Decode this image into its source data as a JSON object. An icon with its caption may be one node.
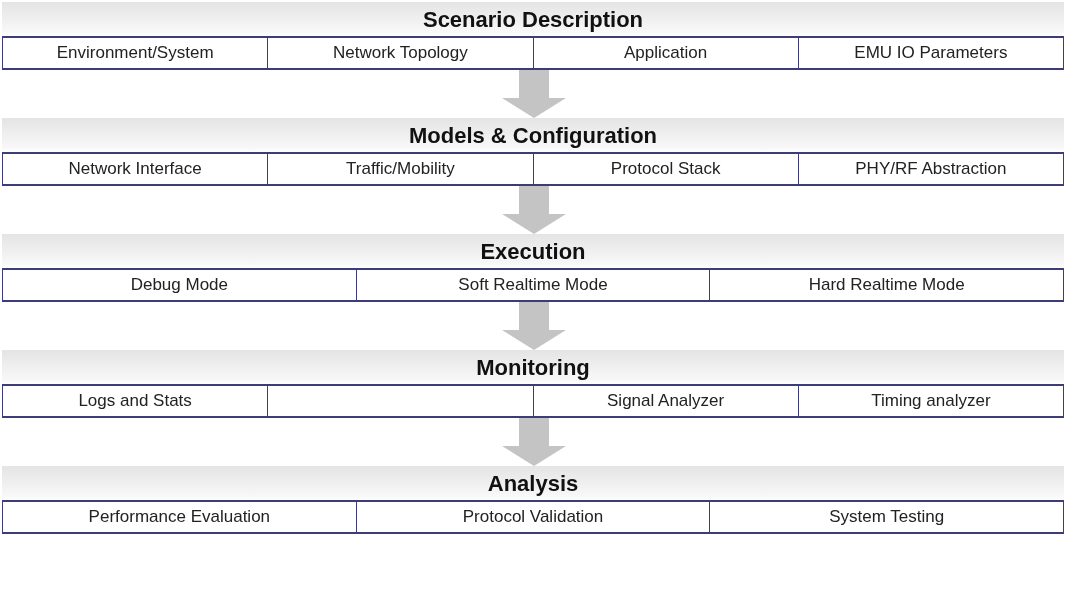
{
  "diagram": {
    "nodes": [
      {
        "text": [
          "Scenario Description"
        ]
      },
      {
        "text": [
          "Environment/System"
        ],
        "in": 0
      },
      {
        "text": [
          "Network Topology"
        ],
        "in": 0
      },
      {
        "text": [
          "Application"
        ],
        "in": 0
      },
      {
        "text": [
          "EMU IO Parameters"
        ],
        "in": 0
      },
      {
        "text": [
          "Models & Configuration"
        ]
      },
      {
        "text": [
          "Network Interface"
        ],
        "in": 5
      },
      {
        "text": [
          "Traffic/Mobility"
        ],
        "in": 5
      },
      {
        "text": [
          "Protocol Stack"
        ],
        "in": 5
      },
      {
        "text": [
          "PHY/RF Abstraction"
        ],
        "in": 5
      },
      {
        "text": [
          "Execution"
        ]
      },
      {
        "text": [
          "Debug Mode"
        ],
        "in": 10
      },
      {
        "text": [
          "Soft Realtime Mode"
        ],
        "in": 10
      },
      {
        "text": [
          "Hard Realtime Mode"
        ],
        "in": 10
      },
      {
        "text": [
          "Monitoring"
        ]
      },
      {
        "text": [
          "Logs and Stats"
        ],
        "in": 14
      },
      {
        "text": [],
        "shape": "box",
        "in": 14
      },
      {
        "text": [
          "Signal Analyzer"
        ],
        "in": 14
      },
      {
        "text": [
          "Timing analyzer"
        ],
        "in": 14
      },
      {
        "text": [
          "Analysis"
        ]
      },
      {
        "text": [
          "Performance Evaluation"
        ],
        "in": 19
      },
      {
        "text": [
          "Protocol Validation"
        ],
        "in": 19
      },
      {
        "text": [
          "System Testing"
        ],
        "in": 19
      }
    ],
    "edges": [
      {
        "from": 0,
        "to": 5,
        "arrow": "to"
      },
      {
        "from": 5,
        "to": 10,
        "arrow": "to"
      },
      {
        "from": 10,
        "to": 14,
        "arrow": "to"
      },
      {
        "from": 14,
        "to": 19,
        "arrow": "to"
      }
    ]
  }
}
